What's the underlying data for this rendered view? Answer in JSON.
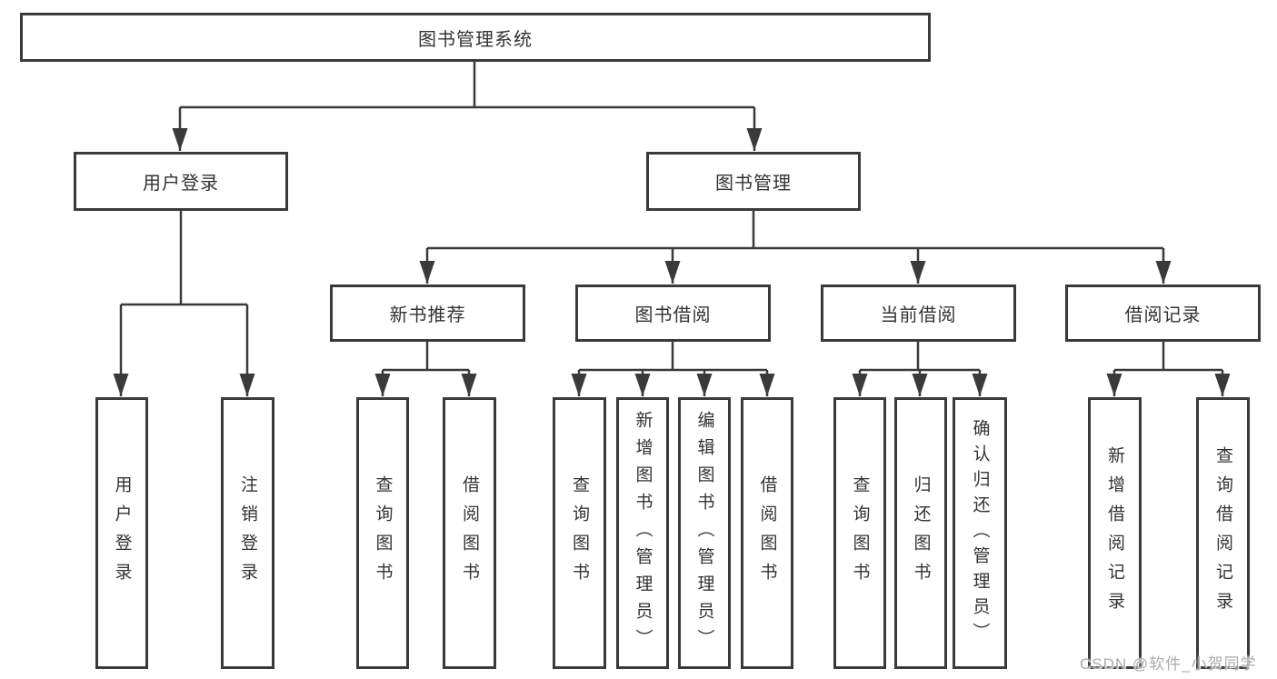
{
  "page": {
    "background": "#ffffff"
  },
  "colors": {
    "line": "#3a3a3a",
    "box_border": "#3a3a3a",
    "text": "#333333",
    "watermark": "#ababab"
  },
  "tree": {
    "root": "图书管理系统",
    "branches": [
      {
        "label": "用户登录",
        "children": [
          "用户登录",
          "注销登录"
        ]
      },
      {
        "label": "图书管理",
        "groups": [
          {
            "label": "新书推荐",
            "children": [
              "查询图书",
              "借阅图书"
            ]
          },
          {
            "label": "图书借阅",
            "children": [
              "查询图书",
              "新增图书（管理员）",
              "编辑图书（管理员）",
              "借阅图书"
            ]
          },
          {
            "label": "当前借阅",
            "children": [
              "查询图书",
              "归还图书",
              "确认归还（管理员）"
            ]
          },
          {
            "label": "借阅记录",
            "children": [
              "新增借阅记录",
              "查询借阅记录"
            ]
          }
        ]
      }
    ]
  },
  "watermark": {
    "text": "CSDN @软件_小贺同学"
  }
}
